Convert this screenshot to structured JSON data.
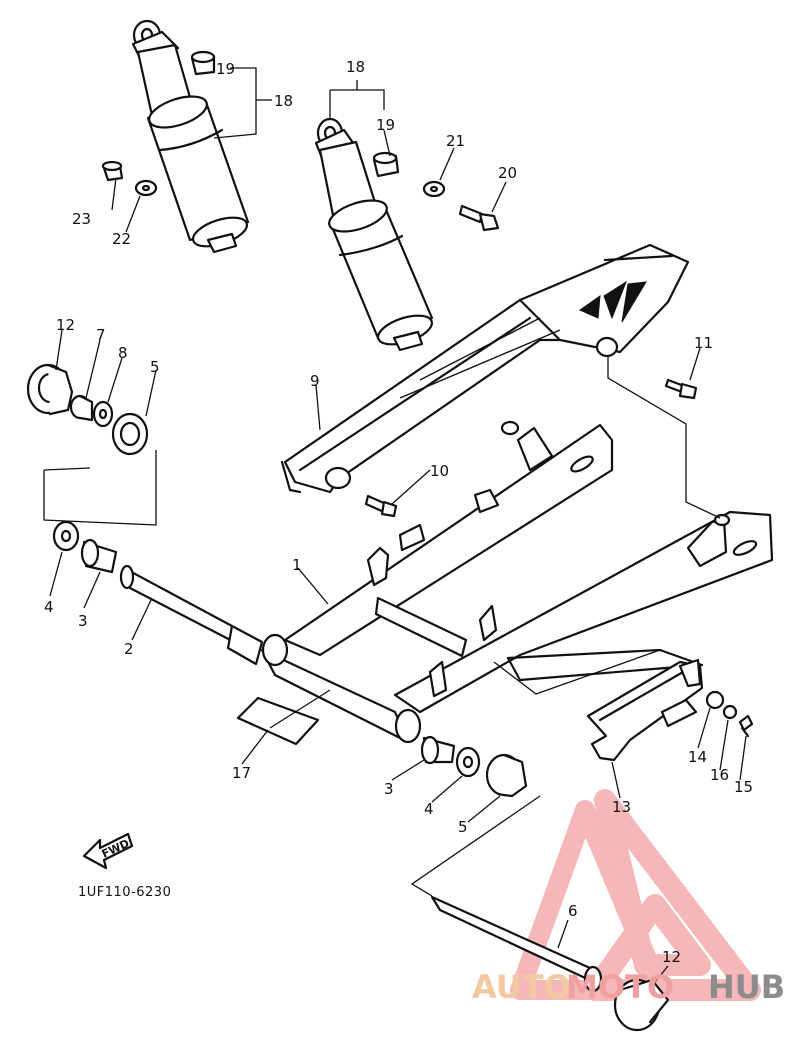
{
  "diagram_code": "1UF110-6230",
  "fwd_label": "FWD",
  "watermark": {
    "part1": "AUTO",
    "part2": "MOTO",
    "part3": "HUB"
  },
  "callouts": {
    "c1": "1",
    "c2": "2",
    "c3a": "3",
    "c3b": "3",
    "c4a": "4",
    "c4b": "4",
    "c5a": "5",
    "c5b": "5",
    "c6": "6",
    "c7": "7",
    "c8": "8",
    "c9": "9",
    "c10": "10",
    "c11": "11",
    "c12a": "12",
    "c12b": "12",
    "c13": "13",
    "c14": "14",
    "c15": "15",
    "c16": "16",
    "c17": "17",
    "c18a": "18",
    "c18b": "18",
    "c19a": "19",
    "c19b": "19",
    "c20": "20",
    "c21": "21",
    "c22": "22",
    "c23": "23"
  },
  "colors": {
    "line": "#111111",
    "watermark_orange": "#f2c9a0",
    "watermark_red": "#f0a0a0",
    "watermark_gray": "#8c8c8c"
  }
}
